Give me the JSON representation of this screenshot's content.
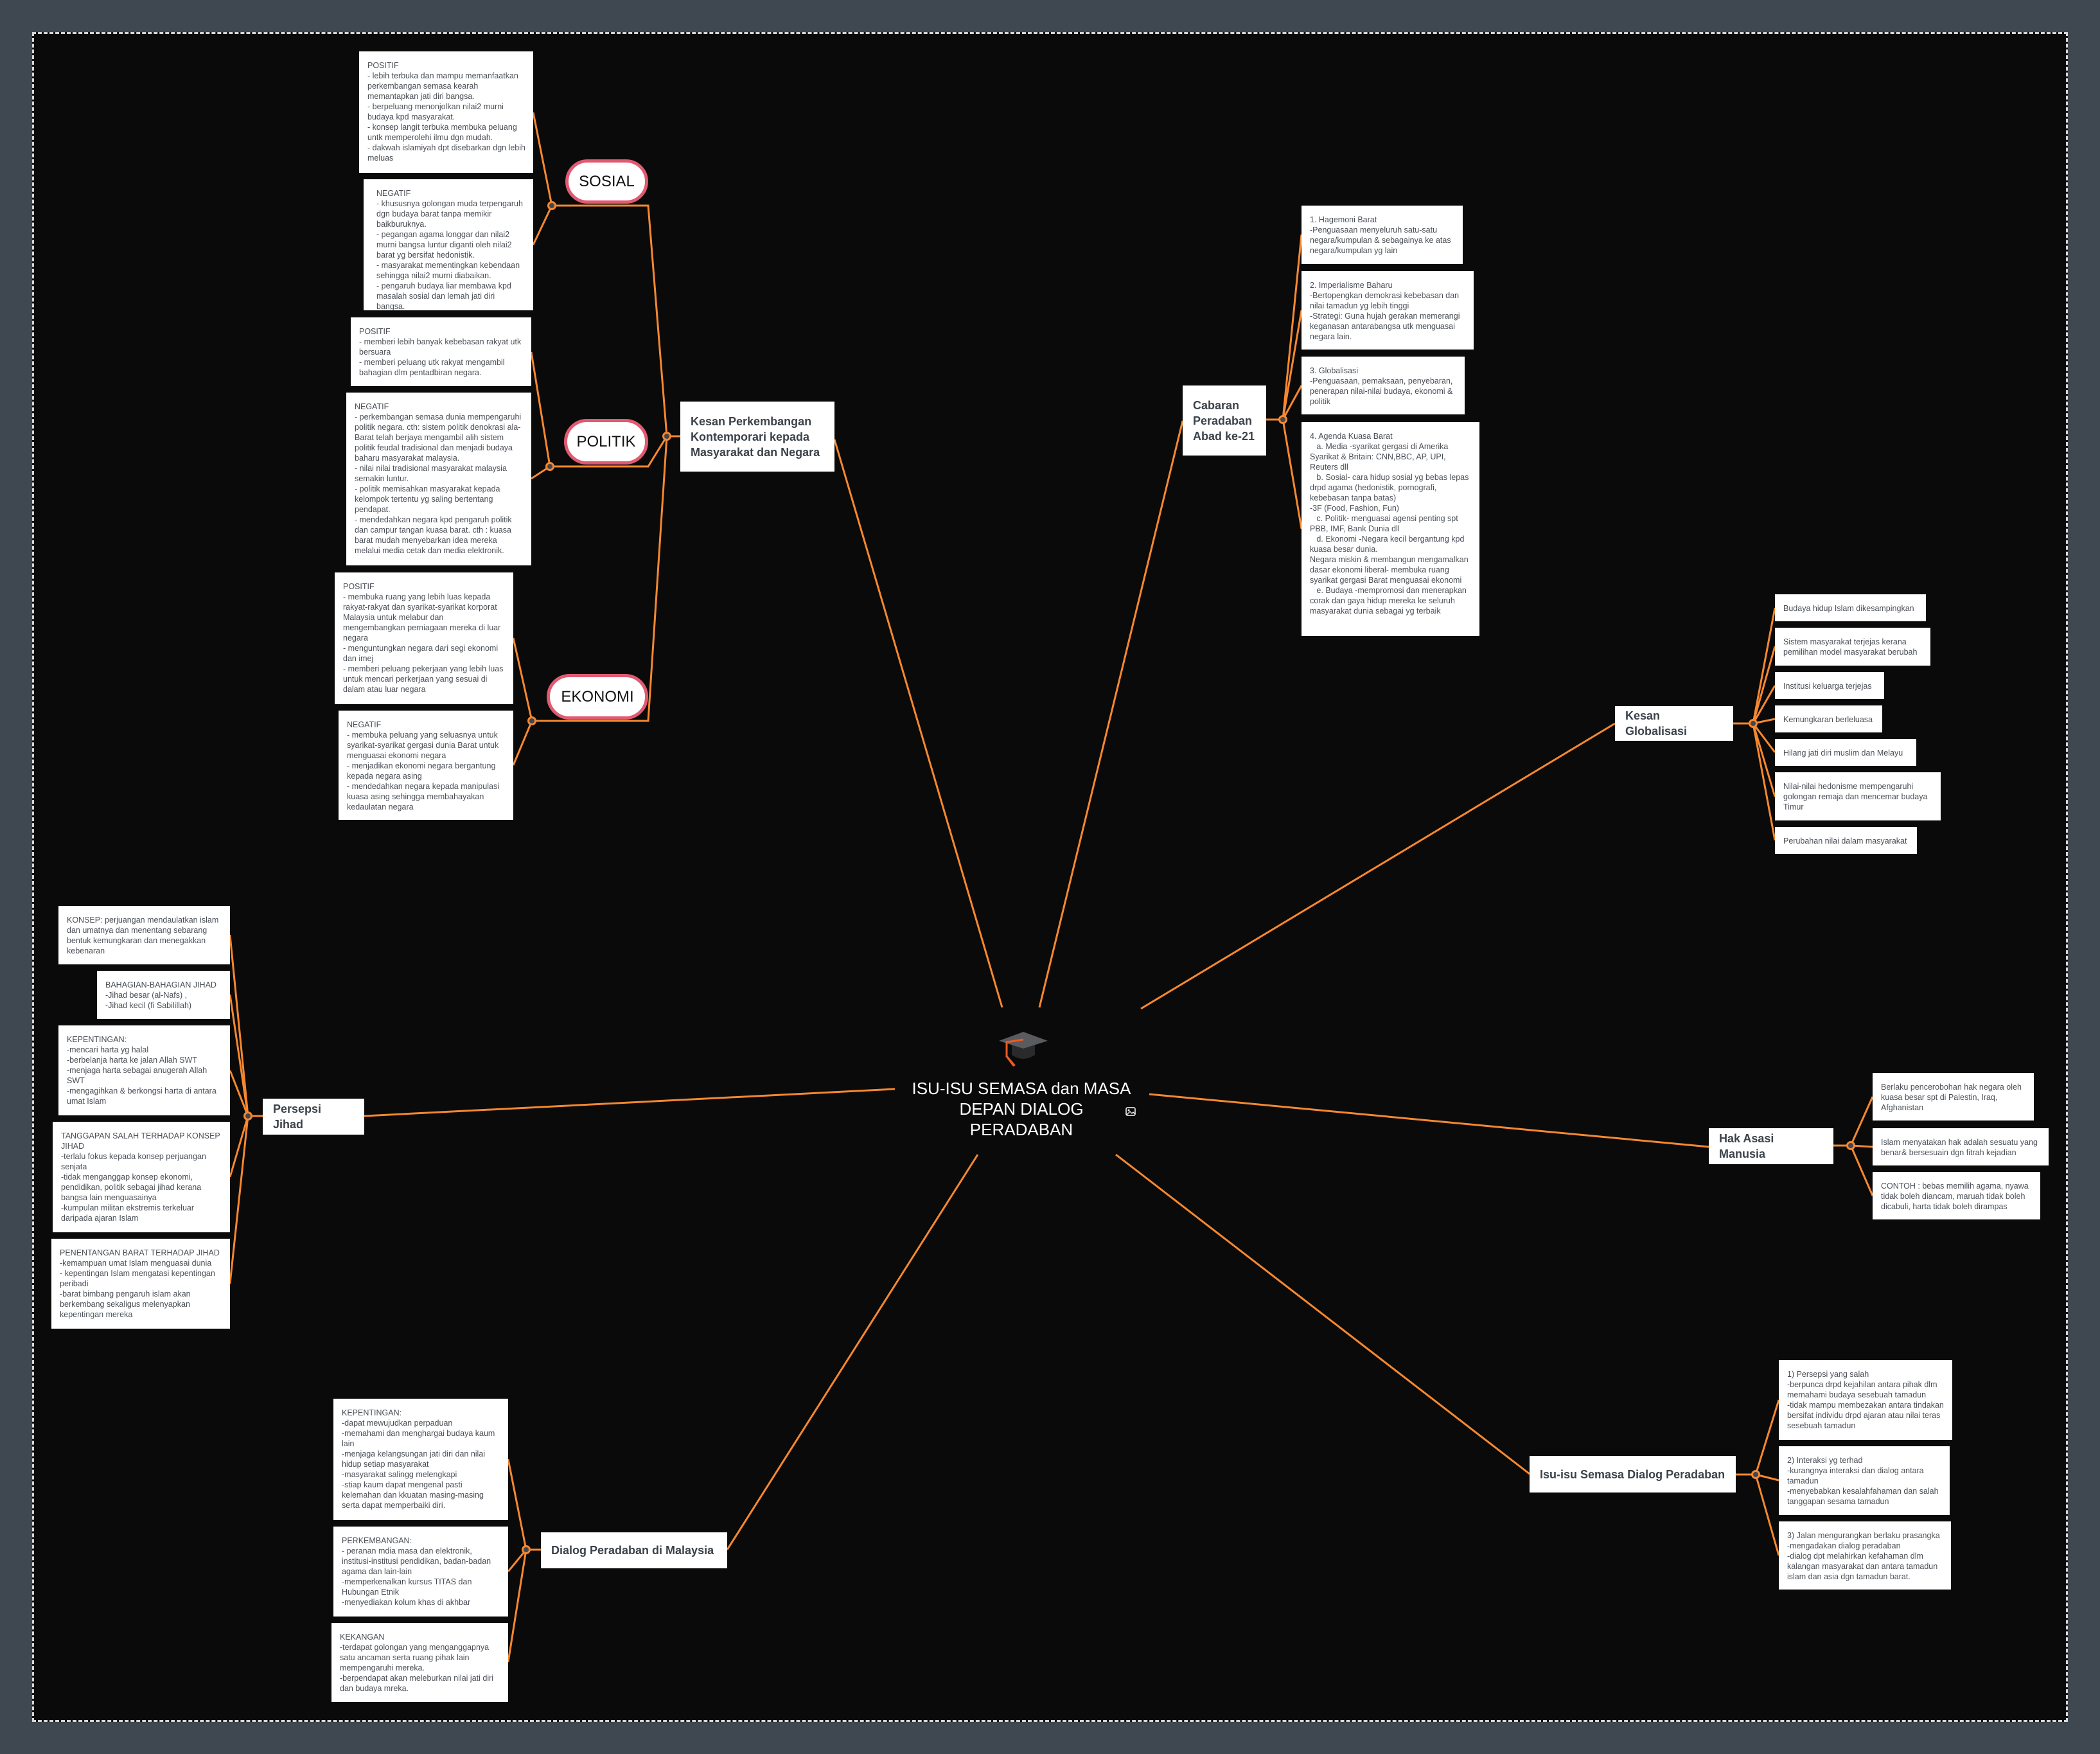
{
  "central": {
    "title": "ISU-ISU SEMASA dan MASA\nDEPAN DIALOG\nPERADABAN",
    "icon": "graduation-cap-icon"
  },
  "colors": {
    "background": "#3f4750",
    "canvas": "#0a0a0a",
    "link": "#f7882f",
    "pill_border": "#e05a72"
  },
  "kesan_perkembangan": {
    "label": "Kesan Perkembangan Kontemporari kepada Masyarakat dan Negara",
    "sosial": {
      "label": "SOSIAL",
      "positif": "POSITIF\n- lebih terbuka dan mampu memanfaatkan perkembangan semasa kearah memantapkan jati diri bangsa.\n- berpeluang menonjolkan nilai2 murni budaya kpd masyarakat.\n- konsep langit terbuka membuka peluang untk memperolehi ilmu dgn mudah.\n- dakwah islamiyah dpt disebarkan dgn lebih meluas",
      "negatif": "NEGATIF\n- khususnya golongan muda terpengaruh dgn budaya barat tanpa memikir baikburuknya.\n- pegangan agama longgar dan nilai2 murni bangsa luntur diganti oleh nilai2 barat yg bersifat hedonistik.\n- masyarakat mementingkan kebendaan sehingga nilai2 murni diabaikan.\n- pengaruh budaya liar membawa kpd masalah sosial dan lemah jati diri bangsa."
    },
    "politik": {
      "label": "POLITIK",
      "positif": "POSITIF\n- memberi lebih banyak kebebasan rakyat utk bersuara\n- memberi peluang utk rakyat mengambil bahagian dlm pentadbiran negara.",
      "negatif": "NEGATIF\n- perkembangan semasa dunia mempengaruhi politik negara. cth: sistem politik denokrasi ala-Barat telah berjaya mengambil alih sistem politik feudal tradisional dan menjadi budaya baharu masyarakat malaysia.\n- nilai nilai tradisional masyarakat malaysia semakin luntur.\n- politik memisahkan masyarakat kepada kelompok tertentu yg saling bertentang pendapat.\n- mendedahkan negara kpd pengaruh politik dan campur tangan kuasa barat. cth : kuasa barat mudah menyebarkan idea mereka melalui media cetak dan media elektronik."
    },
    "ekonomi": {
      "label": "EKONOMI",
      "positif": "POSITIF\n- membuka ruang yang lebih luas kepada rakyat-rakyat dan syarikat-syarikat korporat Malaysia untuk melabur dan mengembangkan perniagaan mereka di luar negara\n- menguntungkan negara dari segi ekonomi dan imej\n- memberi peluang pekerjaan yang lebih luas untuk mencari perkerjaan yang sesuai di dalam atau luar negara",
      "negatif": "NEGATIF\n - membuka peluang yang seluasnya untuk syarikat-syarikat gergasi dunia Barat untuk menguasai ekonomi negara\n- menjadikan ekonomi negara bergantung kepada negara asing\n- mendedahkan negara kepada manipulasi kuasa asing sehingga membahayakan kedaulatan negara"
    }
  },
  "cabaran": {
    "label": "Cabaran Peradaban Abad ke-21",
    "items": [
      "1. Hagemoni Barat\n-Penguasaan menyeluruh satu-satu negara/kumpulan & sebagainya ke atas negara/kumpulan yg lain",
      "2. Imperialisme Baharu\n-Bertopengkan demokrasi kebebasan dan nilai tamadun yg lebih tinggi\n-Strategi: Guna hujah gerakan memerangi keganasan antarabangsa utk menguasai negara lain.",
      "3. Globalisasi\n-Penguasaan, pemaksaan, penyebaran, penerapan nilai-nilai budaya, ekonomi & politik",
      "4. Agenda Kuasa Barat\n   a. Media -syarikat gergasi di Amerika Syarikat & Britain: CNN,BBC, AP, UPI, Reuters dll\n   b. Sosial- cara hidup sosial yg bebas lepas drpd agama (hedonistik, pornografi, kebebasan tanpa batas)\n-3F (Food, Fashion, Fun)\n   c. Politik- menguasai agensi penting spt PBB, IMF, Bank Dunia dll\n   d. Ekonomi -Negara kecil bergantung kpd kuasa besar dunia.\nNegara miskin & membangun mengamalkan dasar ekonomi liberal- membuka ruang syarikat gergasi Barat menguasai ekonomi\n   e. Budaya -mempromosi dan menerapkan corak dan gaya hidup mereka ke seluruh masyarakat dunia sebagai yg terbaik"
    ]
  },
  "kesan_globalisasi": {
    "label": "Kesan Globalisasi",
    "items": [
      "Budaya hidup Islam dikesampingkan",
      "Sistem masyarakat terjejas kerana pemilihan model masyarakat berubah",
      "Institusi keluarga terjejas",
      "Kemungkaran berleluasa",
      "Hilang jati diri muslim dan Melayu",
      "Nilai-nilai hedonisme mempengaruhi golongan remaja dan mencemar budaya Timur",
      "Perubahan nilai dalam masyarakat"
    ]
  },
  "hak_asasi": {
    "label": "Hak Asasi Manusia",
    "items": [
      "Berlaku pencerobohan hak negara oleh kuasa besar spt di Palestin, Iraq, Afghanistan",
      "Islam menyatakan hak adalah sesuatu yang benar& bersesuain dgn fitrah kejadian",
      "CONTOH : bebas memilih agama, nyawa tidak boleh diancam, maruah tidak boleh dicabuli, harta tidak boleh dirampas"
    ]
  },
  "isu_dialog": {
    "label": "Isu-isu Semasa Dialog Peradaban",
    "items": [
      "1) Persepsi yang salah\n-berpunca drpd kejahilan antara pihak dlm memahami budaya sesebuah tamadun\n-tidak mampu membezakan antara tindakan bersifat individu drpd ajaran atau nilai teras sesebuah tamadun",
      "2) Interaksi yg terhad\n-kurangnya interaksi dan dialog antara tamadun\n-menyebabkan kesalahfahaman dan salah tanggapan sesama tamadun",
      "3) Jalan mengurangkan berlaku prasangka\n-mengadakan dialog peradaban\n-dialog dpt melahirkan kefahaman dlm kalangan masyarakat dan antara tamadun islam dan asia dgn tamadun barat."
    ]
  },
  "persepsi_jihad": {
    "label": "Persepsi Jihad",
    "items": [
      "KONSEP: perjuangan mendaulatkan islam dan umatnya dan menentang sebarang bentuk kemungkaran dan menegakkan kebenaran",
      "BAHAGIAN-BAHAGIAN JIHAD\n-Jihad besar (al-Nafs) ,\n-Jihad kecil (fi Sabilillah)",
      "KEPENTINGAN:\n-mencari harta yg halal\n-berbelanja harta ke jalan Allah SWT\n-menjaga harta sebagai anugerah Allah SWT\n-mengagihkan & berkongsi harta di antara umat Islam",
      "TANGGAPAN SALAH TERHADAP KONSEP JIHAD\n-terlalu fokus kepada konsep perjuangan senjata\n-tidak menganggap konsep ekonomi, pendidikan, politik sebagai jihad kerana bangsa lain menguasainya\n-kumpulan militan ekstremis terkeluar daripada ajaran Islam",
      "PENENTANGAN BARAT TERHADAP JIHAD\n-kemampuan umat Islam menguasai dunia\n- kepentingan Islam mengatasi kepentingan peribadi\n-barat bimbang pengaruh islam akan berkembang sekaligus melenyapkan kepentingan mereka"
    ]
  },
  "dialog_malaysia": {
    "label": "Dialog Peradaban di Malaysia",
    "items": [
      "KEPENTINGAN:\n-dapat mewujudkan perpaduan\n-memahami dan menghargai budaya kaum lain\n-menjaga kelangsungan jati diri dan nilai hidup setiap masyarakat\n-masyarakat salingg melengkapi\n-stiap kaum dapat mengenal pasti kelemahan dan kkuatan masing-masing serta dapat memperbaiki diri.",
      "PERKEMBANGAN:\n- peranan mdia masa dan elektronik, institusi-institusi pendidikan, badan-badan agama dan lain-lain\n-memperkenalkan kursus TITAS dan Hubungan Etnik\n-menyediakan kolum khas di akhbar",
      "KEKANGAN\n-terdapat golongan yang menganggapnya satu ancaman serta ruang pihak lain mempengaruhi mereka.\n-berpendapat akan meleburkan nilai jati diri dan budaya mreka."
    ]
  }
}
